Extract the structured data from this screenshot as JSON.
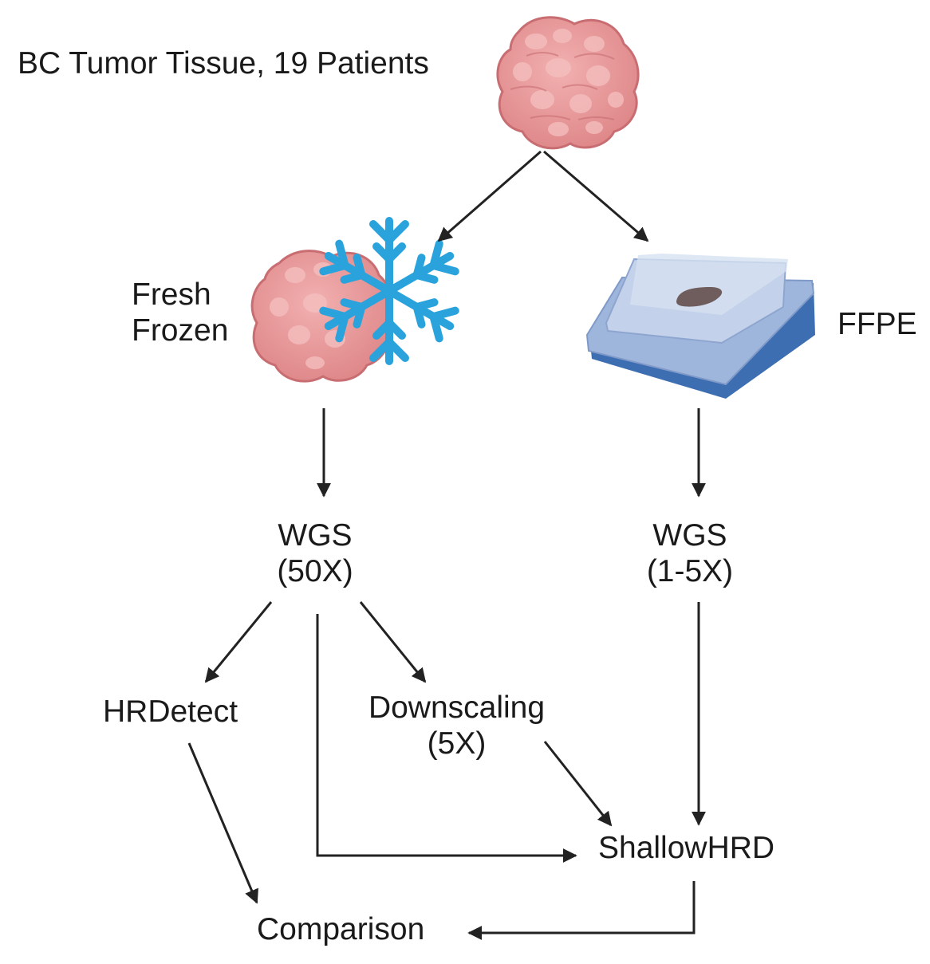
{
  "labels": {
    "source": "BC Tumor Tissue, 19 Patients",
    "fresh_line1": "Fresh",
    "fresh_line2": "Frozen",
    "ffpe": "FFPE",
    "wgs_ff_line1": "WGS",
    "wgs_ff_line2": "(50X)",
    "wgs_ffpe_line1": "WGS",
    "wgs_ffpe_line2": "(1-5X)",
    "hrdetect": "HRDetect",
    "downscaling_line1": "Downscaling",
    "downscaling_line2": "(5X)",
    "shallowhrd": "ShallowHRD",
    "comparison": "Comparison"
  },
  "colors": {
    "text": "#1a1a1a",
    "arrow": "#222222",
    "tissue": "#e48f90",
    "tissue_dark": "#c86e72",
    "tissue_light": "#f2b5b5",
    "snowflake": "#2aa3dc",
    "slide_top": "#b6c7e3",
    "slide_base": "#3d6eb1",
    "specimen": "#6e5d5c"
  },
  "icons": [
    "tumor-tissue-icon",
    "frozen-tissue-icon",
    "snowflake-icon",
    "ffpe-slide-icon"
  ]
}
